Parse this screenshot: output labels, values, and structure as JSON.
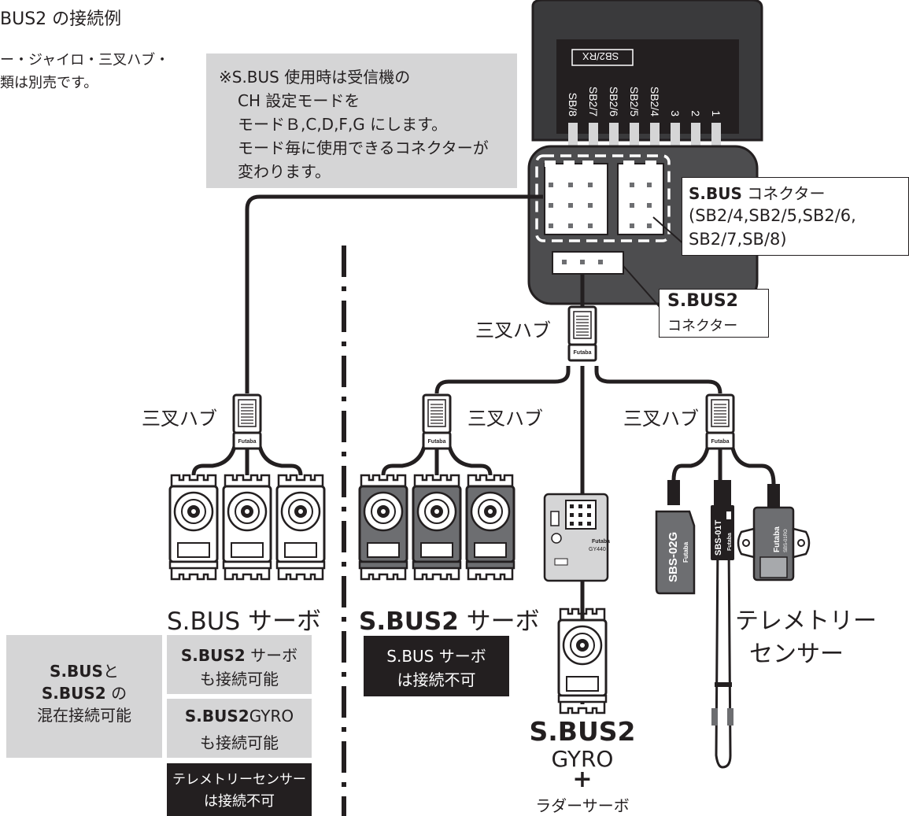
{
  "header": {
    "title": "BUS2 の接続例",
    "note_line1": "ー・ジャイロ・三叉ハブ・",
    "note_line2": "類は別売です。"
  },
  "mode_note": {
    "line1": "※S.BUS 使用時は受信機の",
    "line2": "CH 設定モードを",
    "line3": "モードＢ,C,D,F,G にします。",
    "line4": "モード毎に使用できるコネクターが",
    "line5": "変わります。"
  },
  "receiver": {
    "model_label": "SB2/RX",
    "ports": [
      "SB/8",
      "SB2/7",
      "SB2/6",
      "SB2/5",
      "SB2/4",
      "3",
      "2",
      "1"
    ]
  },
  "sbus_callout": {
    "title": "S.BUS",
    "title_suffix": "コネクター",
    "line2": "(SB2/4,SB2/5,SB2/6,",
    "line3": "SB2/7,SB/8)"
  },
  "sbus2_callout": {
    "title": "S.BUS2",
    "subtitle": "コネクター"
  },
  "hubs": {
    "label": "三叉ハブ",
    "brand": "Futaba"
  },
  "groups": {
    "sbus_servo_label": "S.BUS サーボ",
    "sbus2_servo_bold": "S.BUS2",
    "sbus2_servo_suffix": "サーボ",
    "telemetry_line1": "テレメトリー",
    "telemetry_line2": "センサー",
    "gyro_title": "S.BUS2",
    "gyro_line2": "GYRO",
    "gyro_plus": "+",
    "gyro_line3": "ラダーサーボ"
  },
  "gyro_device": {
    "brand": "Futaba",
    "model": "GY440"
  },
  "sensors": {
    "gps": "SBS-02G",
    "temp": "SBS-01T",
    "rpm": "SBS-01RO",
    "brand": "Futaba"
  },
  "info_boxes": {
    "mixed_l1_bold": "S.BUS",
    "mixed_l1_suffix": "と",
    "mixed_l2_bold": "S.BUS2",
    "mixed_l2_suffix": "の",
    "mixed_l3": "混在接続可能",
    "sbus2_servo_ok_bold": "S.BUS2",
    "sbus2_servo_ok_suffix": "サーボ",
    "sbus2_servo_ok_l2": "も接続可能",
    "gyro_ok_bold": "S.BUS2",
    "gyro_ok_suffix": "GYRO",
    "gyro_ok_l2": "も接続可能",
    "telem_ng_l1": "テレメトリーセンサー",
    "telem_ng_l2": "は接続不可",
    "sbus_servo_ng_l1": "S.BUS サーボ",
    "sbus_servo_ng_l2": "は接続不可"
  },
  "colors": {
    "ink": "#231f20",
    "receiver_body": "#4d4d4f",
    "receiver_top": "#3a3a3c",
    "grey_box": "#d5d5d6",
    "servo_dark": "#6d6e71",
    "servo_light": "#ffffff"
  }
}
